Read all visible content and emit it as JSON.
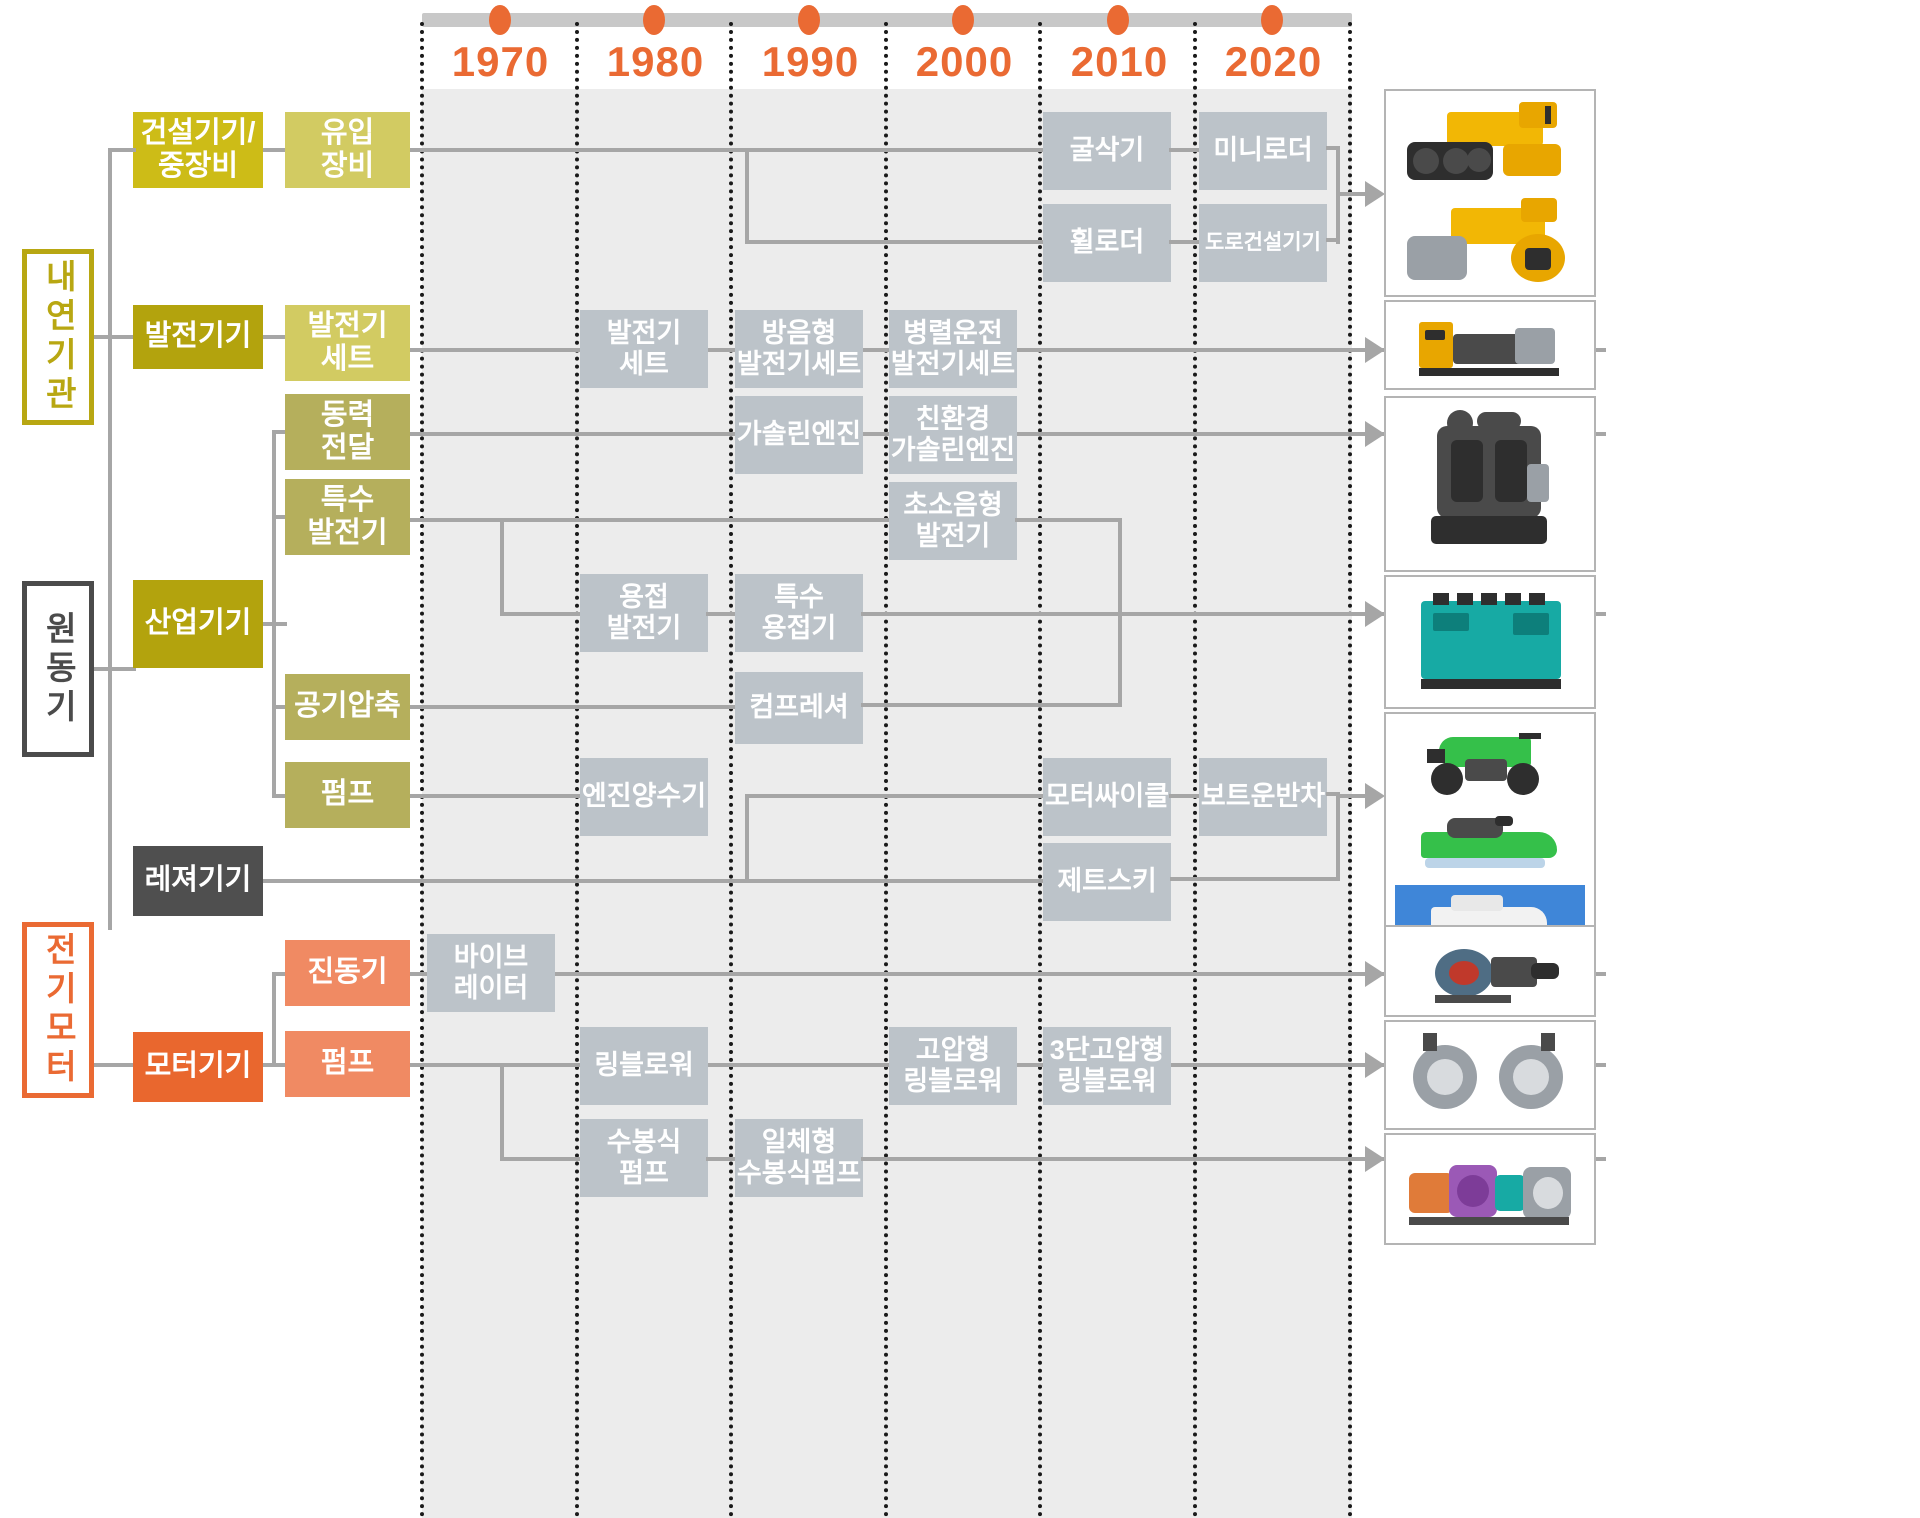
{
  "timeline": {
    "years": [
      "1970",
      "1980",
      "1990",
      "2000",
      "2010",
      "2020"
    ],
    "accent_color": "#ea6a33",
    "bar_color": "#c8c8c8"
  },
  "outer_categories": [
    {
      "label": "내연기관",
      "color": "#b8a712"
    },
    {
      "label": "원동기",
      "color": "#4b4b4b"
    },
    {
      "label": "전기모터",
      "color": "#ea6a33"
    }
  ],
  "level1_categories": [
    {
      "label": "건설기기/\n중장비",
      "color": "#cdbc17"
    },
    {
      "label": "발전기기",
      "color": "#b3a30d"
    },
    {
      "label": "산업기기",
      "color": "#b3a30d"
    },
    {
      "label": "레져기기",
      "color": "#4f4f4f"
    },
    {
      "label": "모터기기",
      "color": "#e9672e"
    }
  ],
  "level2_categories": [
    {
      "label": "유입\n장비",
      "color": "#d2cb62"
    },
    {
      "label": "발전기\n세트",
      "color": "#d2cb62"
    },
    {
      "label": "동력\n전달",
      "color": "#b5af5c"
    },
    {
      "label": "특수\n발전기",
      "color": "#b5af5c"
    },
    {
      "label": "공기압축",
      "color": "#b5af5c"
    },
    {
      "label": "펌프",
      "color": "#b5af5c"
    },
    {
      "label": "진동기",
      "color": "#f08a63"
    },
    {
      "label": "펌프",
      "color": "#f08a63"
    }
  ],
  "milestones": [
    {
      "label": "굴삭기",
      "decade": "2010"
    },
    {
      "label": "미니로더",
      "decade": "2020"
    },
    {
      "label": "휠로더",
      "decade": "2010"
    },
    {
      "label": "도로건설기기",
      "decade": "2020"
    },
    {
      "label": "발전기\n세트",
      "decade": "1980"
    },
    {
      "label": "방음형\n발전기세트",
      "decade": "1990"
    },
    {
      "label": "병렬운전\n발전기세트",
      "decade": "2000"
    },
    {
      "label": "가솔린엔진",
      "decade": "1990"
    },
    {
      "label": "친환경\n가솔린엔진",
      "decade": "2000"
    },
    {
      "label": "초소음형\n발전기",
      "decade": "2000"
    },
    {
      "label": "용접\n발전기",
      "decade": "1980"
    },
    {
      "label": "특수\n용접기",
      "decade": "1990"
    },
    {
      "label": "컴프레셔",
      "decade": "1990"
    },
    {
      "label": "엔진양수기",
      "decade": "1980"
    },
    {
      "label": "모터싸이클",
      "decade": "2010"
    },
    {
      "label": "보트운반차",
      "decade": "2020"
    },
    {
      "label": "제트스키",
      "decade": "2010"
    },
    {
      "label": "바이브\n레이터",
      "decade": "1970"
    },
    {
      "label": "링블로워",
      "decade": "1980"
    },
    {
      "label": "고압형\n링블로워",
      "decade": "2000"
    },
    {
      "label": "3단고압형\n링블로워",
      "decade": "2010"
    },
    {
      "label": "수봉식\n펌프",
      "decade": "1980"
    },
    {
      "label": "일체형\n수봉식펌프",
      "decade": "1990"
    }
  ],
  "product_photos": [
    {
      "name": "construction-machines-photo",
      "caption": ""
    },
    {
      "name": "generator-set-photo",
      "caption": ""
    },
    {
      "name": "gasoline-engine-photo",
      "caption": ""
    },
    {
      "name": "welding-generator-photo",
      "caption": ""
    },
    {
      "name": "leisure-vehicles-photo",
      "caption": ""
    },
    {
      "name": "vibrator-photo",
      "caption": ""
    },
    {
      "name": "ring-blower-photo",
      "caption": ""
    },
    {
      "name": "water-ring-pump-photo",
      "caption": ""
    }
  ]
}
